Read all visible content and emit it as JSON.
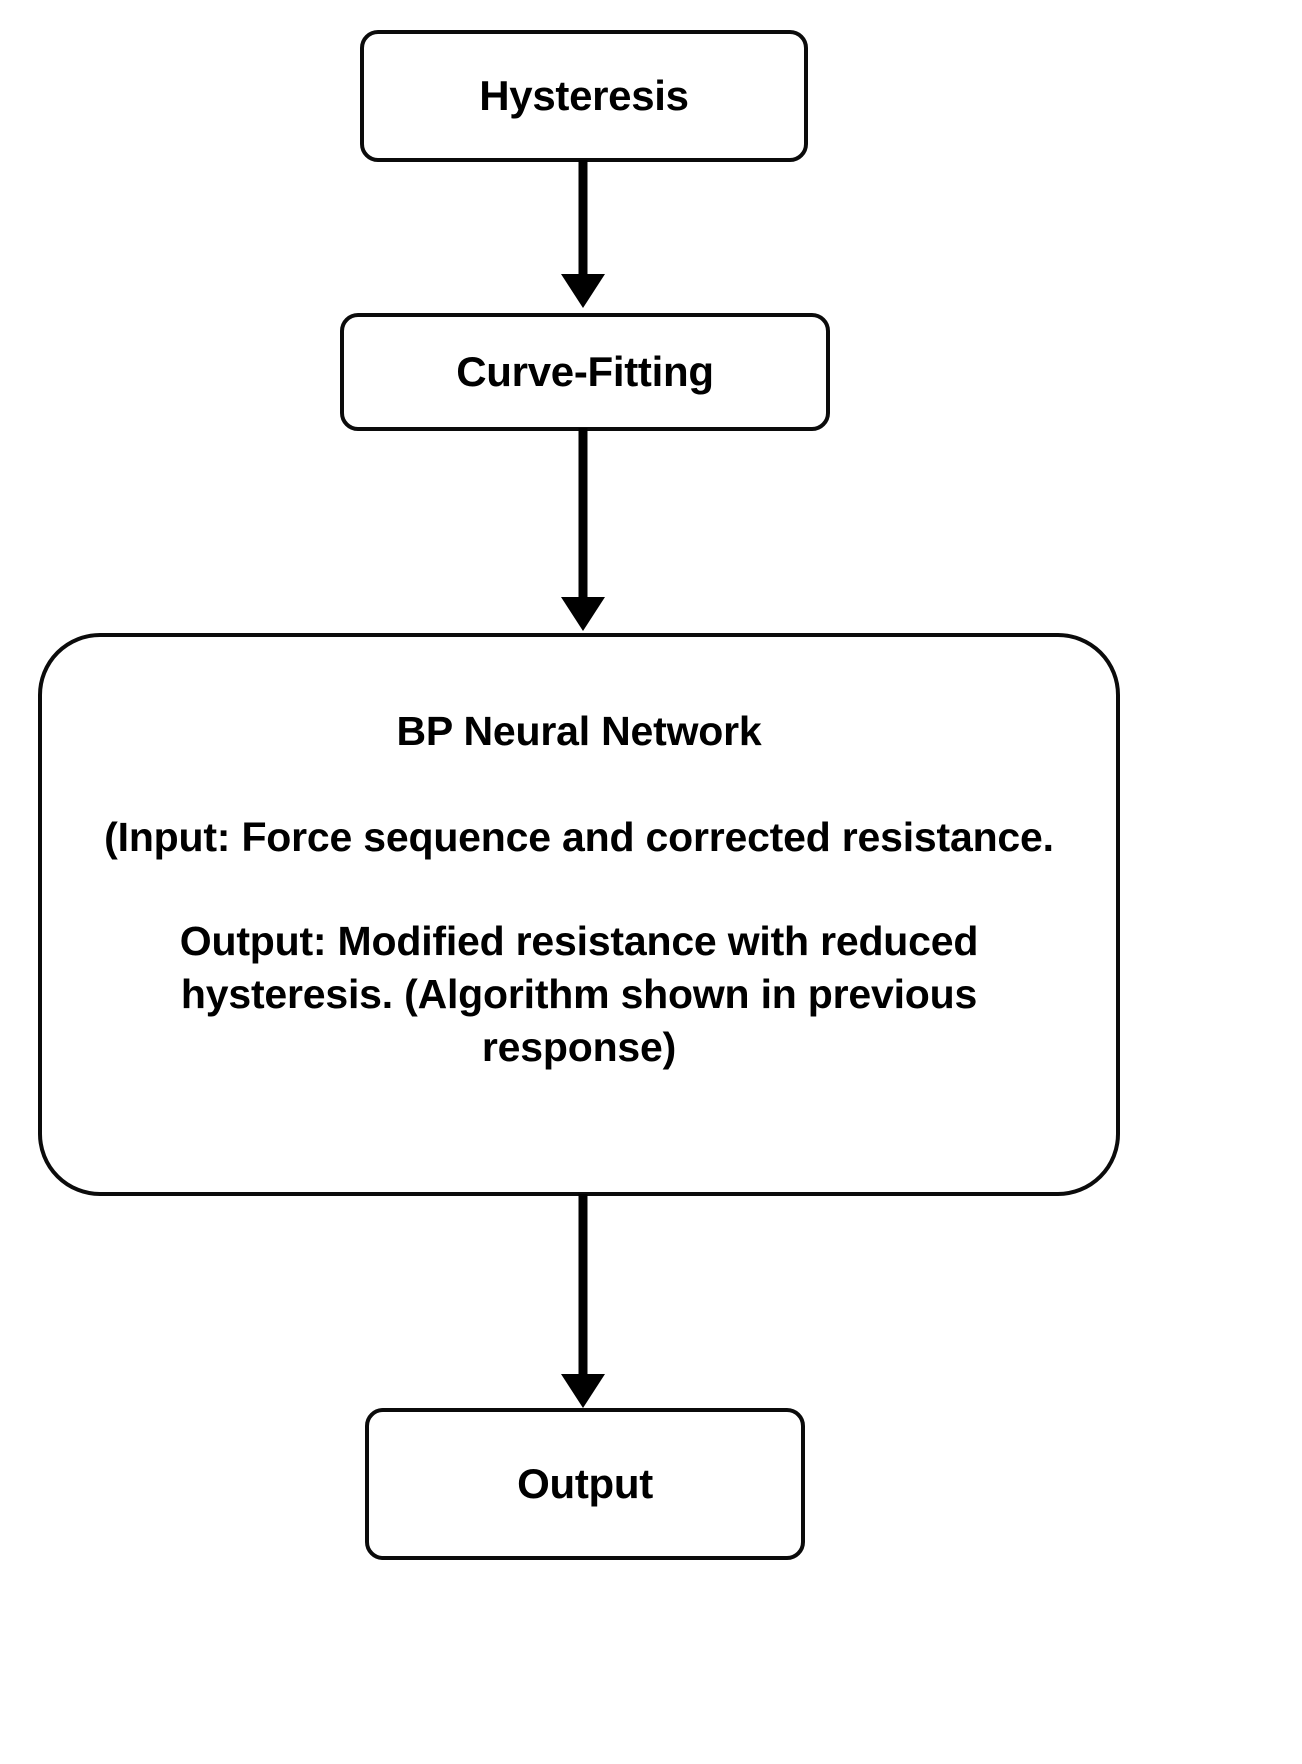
{
  "diagram": {
    "type": "flowchart",
    "orientation": "top-to-bottom",
    "background_color": "#ffffff",
    "node_border_color": "#0b0b0b",
    "node_fill_color": "#ffffff",
    "text_color": "#000000",
    "arrow_color": "#000000"
  },
  "nodes": [
    {
      "id": "hysteresis",
      "title": "Hysteresis",
      "shape": "rounded-rectangle"
    },
    {
      "id": "curve_fitting",
      "title": "Curve-Fitting",
      "shape": "rounded-rectangle"
    },
    {
      "id": "bp_neural_network",
      "title": "BP Neural Network",
      "shape": "rounded-rectangle",
      "paragraphs": [
        "(Input: Force sequence and corrected resistance.",
        "Output: Modified resistance with reduced hysteresis. (Algorithm shown in previous response)"
      ]
    },
    {
      "id": "output",
      "title": "Output",
      "shape": "rounded-rectangle"
    }
  ],
  "edges": [
    {
      "id": "e1",
      "from": "hysteresis",
      "to": "curve_fitting",
      "style": "solid-arrow-down"
    },
    {
      "id": "e2",
      "from": "curve_fitting",
      "to": "bp_neural_network",
      "style": "solid-arrow-down"
    },
    {
      "id": "e3",
      "from": "bp_neural_network",
      "to": "output",
      "style": "solid-arrow-down"
    }
  ]
}
